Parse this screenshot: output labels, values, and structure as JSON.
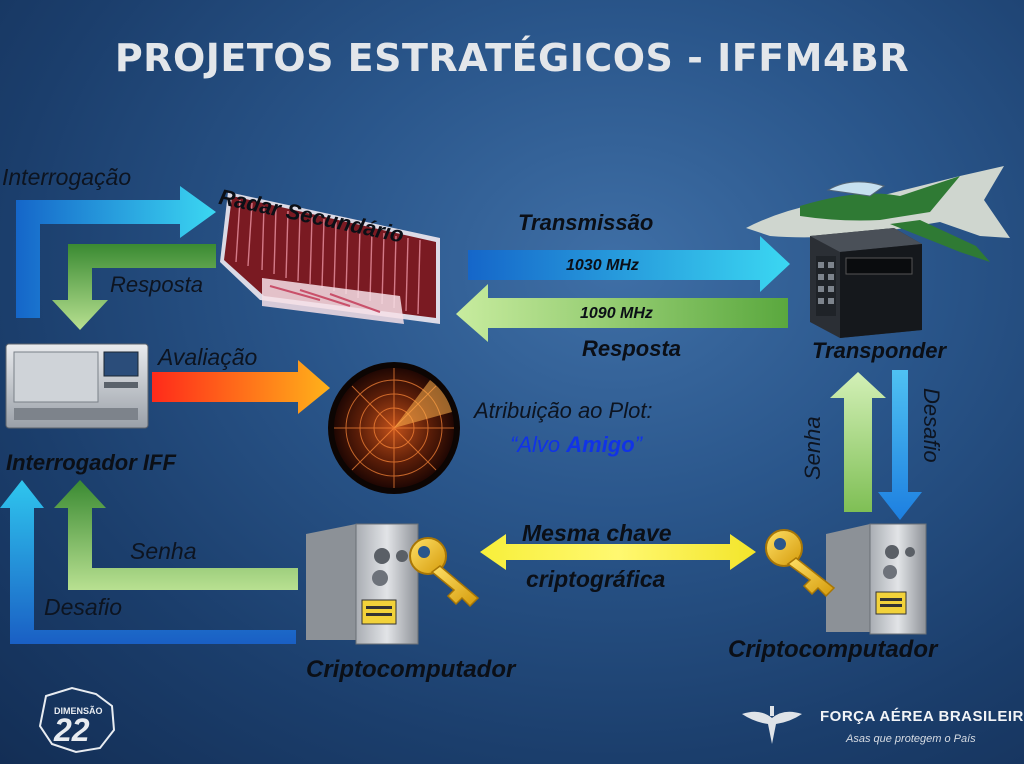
{
  "title": "PROJETOS ESTRATÉGICOS - IFFM4BR",
  "nodes": {
    "radar": "Radar Secundário",
    "interrogator": "Interrogador IFF",
    "transponder": "Transponder",
    "crypto_left": "Criptocomputador",
    "crypto_right": "Criptocomputador"
  },
  "flows": {
    "interrogacao": "Interrogação",
    "resposta_left": "Resposta",
    "avaliacao": "Avaliação",
    "transmissao": "Transmissão",
    "freq_tx": "1030 MHz",
    "freq_rx": "1090 MHz",
    "resposta_mid": "Resposta",
    "senha_right": "Senha",
    "desafio_right": "Desafio",
    "senha_left": "Senha",
    "desafio_left": "Desafio",
    "chave_line1": "Mesma chave",
    "chave_line2": "criptográfica"
  },
  "plot": {
    "line1": "Atribuição ao Plot:",
    "quote_open": "“Alvo ",
    "emphasis": "Amigo",
    "quote_close": "”"
  },
  "footer": {
    "logo_small": "DIMENSÃO",
    "logo_number": "22",
    "org": "FORÇA AÉREA BRASILEIRA",
    "slogan": "Asas que protegem o País"
  },
  "colors": {
    "background": "#2a568b",
    "interrogation_arrow": "#2f8fe0",
    "response_arrow": "#6aa84f",
    "evaluation_arrow": "#ff6a1a",
    "key_arrow": "#f2e52a",
    "accent_blue_text": "#1133e6"
  }
}
